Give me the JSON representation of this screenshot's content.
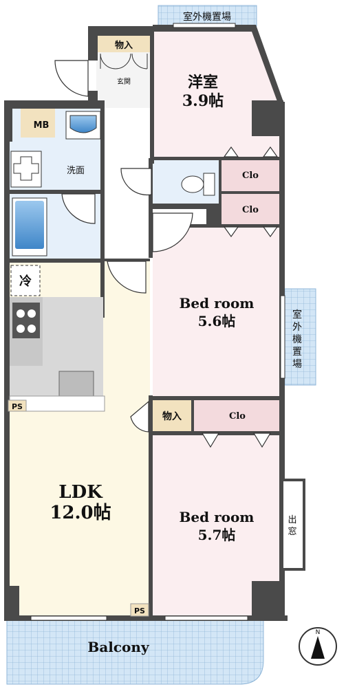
{
  "rooms": {
    "western": {
      "name": "洋室",
      "size": "3.9帖"
    },
    "bed1": {
      "name": "Bed room",
      "size": "5.6帖"
    },
    "bed2": {
      "name": "Bed room",
      "size": "5.7帖"
    },
    "ldk": {
      "name": "LDK",
      "size": "12.0帖"
    },
    "balcony": "Balcony"
  },
  "labels": {
    "outdoor_unit_top": "室外機置場",
    "outdoor_unit_right": "室外機置場",
    "storage_entry": "物入",
    "entrance": "玄関",
    "mb": "MB",
    "washroom": "洗面",
    "fridge": "冷",
    "closet1": "Clo",
    "closet2": "Clo",
    "closet3": "Clo",
    "storage_mid": "物入",
    "ps_left": "PS",
    "ps_bottom": "PS",
    "bay_window": "出窓"
  },
  "compass": {
    "north": "N"
  },
  "colors": {
    "wall": "#4a4a4a",
    "bedroom_floor": "#fbeef0",
    "ldk_floor": "#fdf8e4",
    "wet_floor": "#e6f0fa",
    "closet_floor": "#f3dadd",
    "storage_floor": "#f2e2bf",
    "balcony_tile": "#cfe3f5"
  }
}
